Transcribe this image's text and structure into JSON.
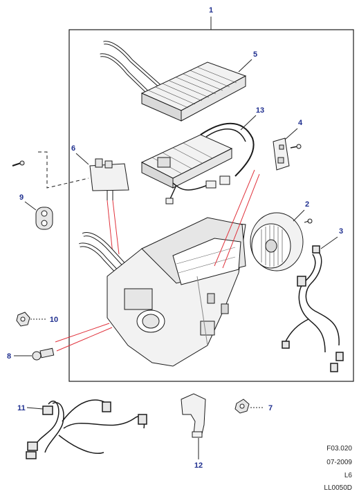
{
  "diagram": {
    "callouts": {
      "c1": "1",
      "c2": "2",
      "c3": "3",
      "c4": "4",
      "c5": "5",
      "c6": "6",
      "c7": "7",
      "c8": "8",
      "c9": "9",
      "c10": "10",
      "c11": "11",
      "c12": "12",
      "c13": "13"
    },
    "colors": {
      "callout": "#1f2f8f",
      "leader": "#222222",
      "highlight_line": "#e0303a",
      "part_stroke": "#1a1a1a",
      "part_fill_light": "#f2f2f2",
      "part_fill_mid": "#d9d9d9"
    }
  },
  "footer": {
    "figure_ref": "F03.020",
    "date": "07-2009",
    "engine": "L6",
    "drawing_id": "LL0050D"
  }
}
